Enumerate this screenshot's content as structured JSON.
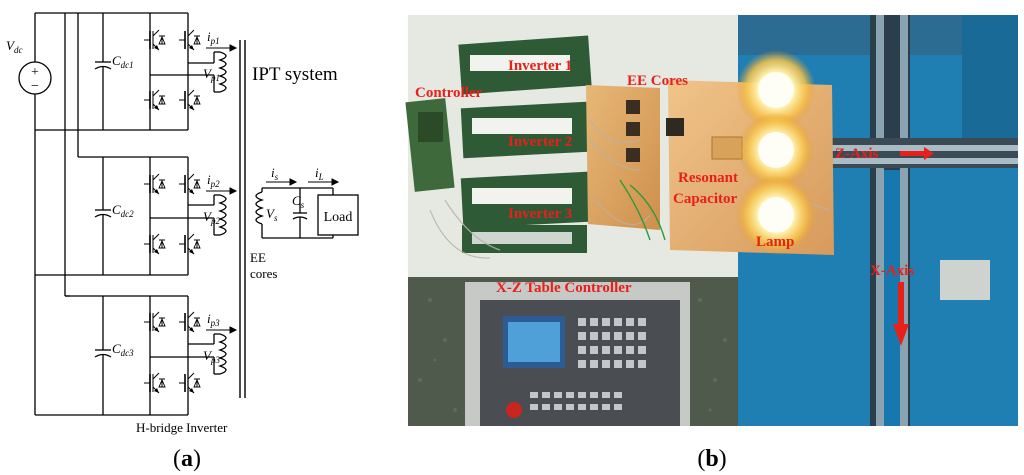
{
  "panel_a": {
    "vdc": "V",
    "vdc_sub": "dc",
    "cdc1": "C",
    "cdc1_sub": "dc1",
    "cdc2": "C",
    "cdc2_sub": "dc2",
    "cdc3": "C",
    "cdc3_sub": "dc3",
    "ip1": "i",
    "ip1_sub": "p1",
    "ip2": "i",
    "ip2_sub": "p2",
    "ip3": "i",
    "ip3_sub": "p3",
    "vp1": "V",
    "vp1_sub": "p1",
    "vp2": "V",
    "vp2_sub": "p2",
    "vp3": "V",
    "vp3_sub": "p3",
    "ipt_system": "IPT system",
    "is": "i",
    "is_sub": "s",
    "il": "i",
    "il_sub": "L",
    "vs": "V",
    "vs_sub": "s",
    "cs": "C",
    "cs_sub": "s",
    "load": "Load",
    "ee_cores_line1": "EE",
    "ee_cores_line2": "cores",
    "h_bridge": "H-bridge Inverter",
    "caption": "(a)",
    "caption_letter": "a"
  },
  "panel_b": {
    "controller": "Controller",
    "inverter1": "Inverter 1",
    "inverter2": "Inverter 2",
    "inverter3": "Inverter 3",
    "ee_cores": "EE Cores",
    "resonant_line1": "Resonant",
    "resonant_line2": "Capacitor",
    "lamp": "Lamp",
    "z_axis": "Z-Axis",
    "x_axis": "X-Axis",
    "xz_table": "X-Z Table Controller",
    "caption": "(b)",
    "caption_letter": "b"
  }
}
